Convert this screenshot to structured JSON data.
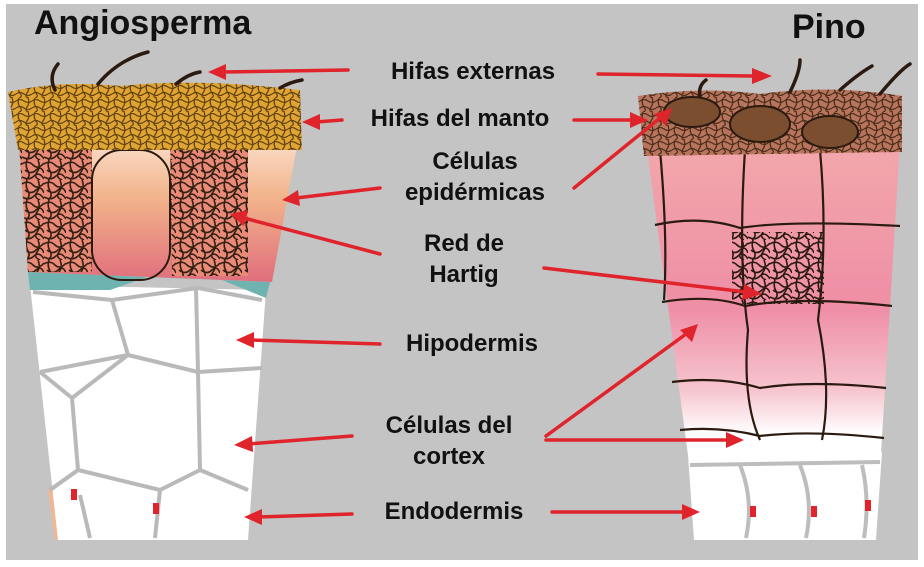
{
  "titles": {
    "left": "Angiosperma",
    "right": "Pino"
  },
  "labels": {
    "hifas_externas": "Hifas externas",
    "hifas_manto": "Hifas del manto",
    "celulas_epi_1": "Células",
    "celulas_epi_2": "epidérmicas",
    "red_1": "Red de",
    "red_2": "Hartig",
    "hipodermis": "Hipodermis",
    "cortex_1": "Células del",
    "cortex_2": "cortex",
    "endodermis": "Endodermis"
  },
  "colors": {
    "background": "#c4c4c4",
    "arrow": "#e0242b",
    "mantle_angio": "#e0a431",
    "mantle_pino": "#b9745d",
    "hyphae": "#2b1a10",
    "epidermal_pink": "#e77d8e",
    "epidermal_peach": "#f2c79a",
    "hypodermis_teal": "#6fb3b1",
    "cortex_white": "#ffffff",
    "endodermis_peach": "#f1b692",
    "nucleus_brown": "#7b4e2f"
  }
}
